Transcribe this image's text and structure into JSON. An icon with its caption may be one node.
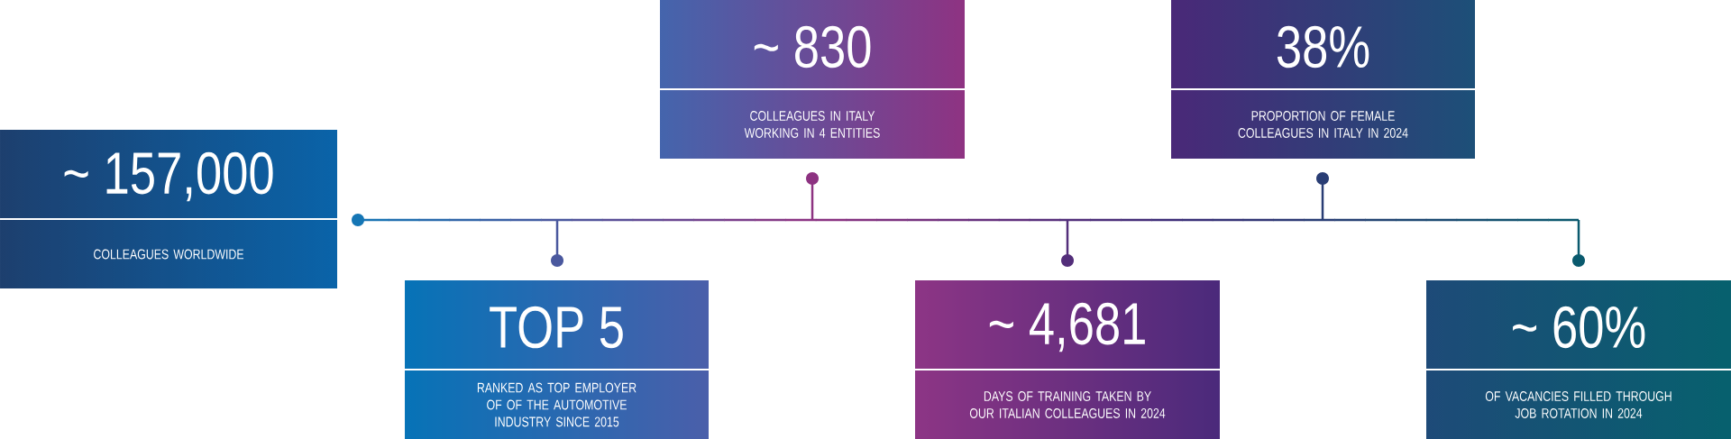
{
  "diagram": {
    "nodes": [
      {
        "text": [
          "~ 157,000",
          "COLLEAGUES WORLDWIDE"
        ]
      },
      {
        "text": [
          "~ 830",
          "COLLEAGUES IN ITALY WORKING IN 4 ENTITIES"
        ]
      },
      {
        "text": [
          "38%",
          "PROPORTION OF FEMALE COLLEAGUES IN ITALY IN 2024"
        ]
      },
      {
        "text": [
          "TOP 5",
          "RANKED AS TOP EMPLOYER OF OF THE AUTOMOTIVE INDUSTRY SINCE 2015"
        ]
      },
      {
        "text": [
          "~ 4,681",
          "DAYS OF TRAINING TAKEN BY OUR ITALIAN COLLEAGUES IN 2024"
        ]
      },
      {
        "text": [
          "~ 60%",
          "OF VACANCIES FILLED THROUGH JOB ROTATION IN 2024"
        ]
      }
    ]
  }
}
